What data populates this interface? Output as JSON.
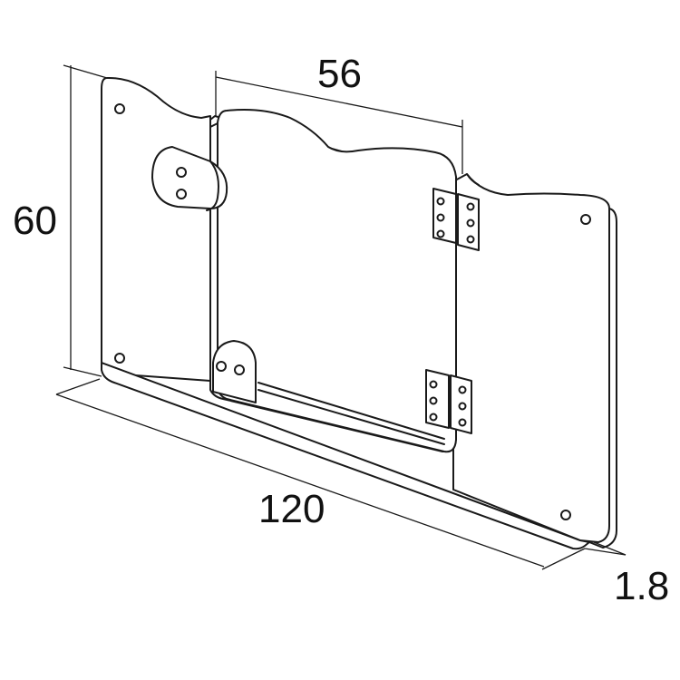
{
  "dimensions": {
    "height": "60",
    "door_width": "56",
    "total_width": "120",
    "thickness": "1.8"
  }
}
